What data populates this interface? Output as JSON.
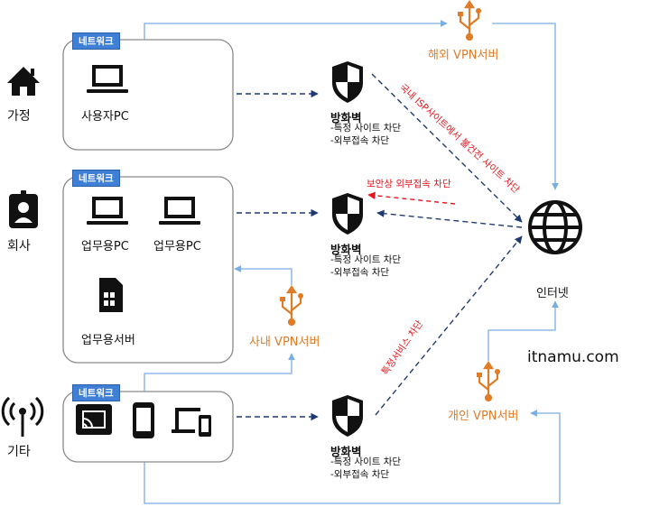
{
  "locations": [
    {
      "label": "가정",
      "icon": "house-icon"
    },
    {
      "label": "회사",
      "icon": "id-badge-icon"
    },
    {
      "label": "기타",
      "icon": "antenna-icon"
    }
  ],
  "network_tag": "네트워크",
  "devices": {
    "home_pc": "사용자PC",
    "work_pc_1": "업무용PC",
    "work_pc_2": "업무용PC",
    "work_server": "업무용서버"
  },
  "firewall": {
    "title": "방화벽",
    "rule1": "-특정 사이트 차단",
    "rule2": "-외부접속 차단"
  },
  "vpn": {
    "overseas": "해외 VPN서버",
    "internal": "사내 VPN서버",
    "personal": "개인 VPN서버"
  },
  "internet_label": "인터넷",
  "annotations": {
    "domestic_isp": "국내 ISP사이트에서 불건전 사이트 차단",
    "security_block": "보안상 외부접속 차단",
    "service_block": "특정서비스 차단"
  },
  "site_label": "itnamu.com",
  "colors": {
    "dashed": "#1f3a73",
    "solid_line": "#7aaee0",
    "red": "#e8131b",
    "orange": "#e07b27",
    "tag": "#3f7fd6"
  }
}
